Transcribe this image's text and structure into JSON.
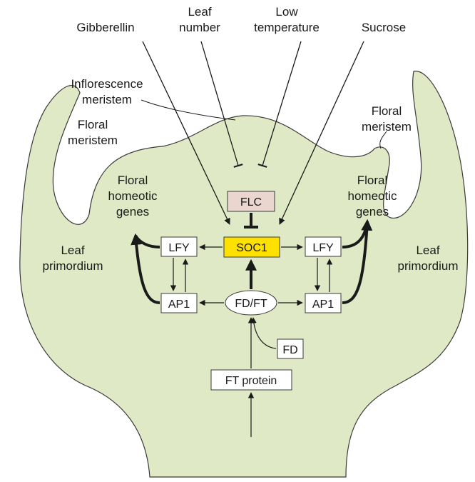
{
  "colors": {
    "tissue": "#dfe9c6",
    "tissue_stroke": "#3a3a3a",
    "box_fill": "#ffffff",
    "flc_fill": "#ead6cf",
    "soc1_fill": "#ffe100",
    "ink": "#1a1a1a"
  },
  "inputs": {
    "gibberellin": "Gibberellin",
    "leaf_number_line1": "Leaf",
    "leaf_number_line2": "number",
    "low_temp_line1": "Low",
    "low_temp_line2": "temperature",
    "sucrose": "Sucrose"
  },
  "regions": {
    "inflorescence_line1": "Inflorescence",
    "inflorescence_line2": "meristem",
    "floral_meristem_left_line1": "Floral",
    "floral_meristem_left_line2": "meristem",
    "floral_meristem_right_line1": "Floral",
    "floral_meristem_right_line2": "meristem",
    "homeotic_left_line1": "Floral",
    "homeotic_left_line2": "homeotic",
    "homeotic_left_line3": "genes",
    "homeotic_right_line1": "Floral",
    "homeotic_right_line2": "homeotic",
    "homeotic_right_line3": "genes",
    "leaf_primordium_left_line1": "Leaf",
    "leaf_primordium_left_line2": "primordium",
    "leaf_primordium_right_line1": "Leaf",
    "leaf_primordium_right_line2": "primordium"
  },
  "nodes": {
    "flc": "FLC",
    "soc1": "SOC1",
    "lfy_left": "LFY",
    "lfy_right": "LFY",
    "ap1_left": "AP1",
    "ap1_right": "AP1",
    "fd_ft": "FD/FT",
    "fd": "FD",
    "ft_protein": "FT protein"
  }
}
